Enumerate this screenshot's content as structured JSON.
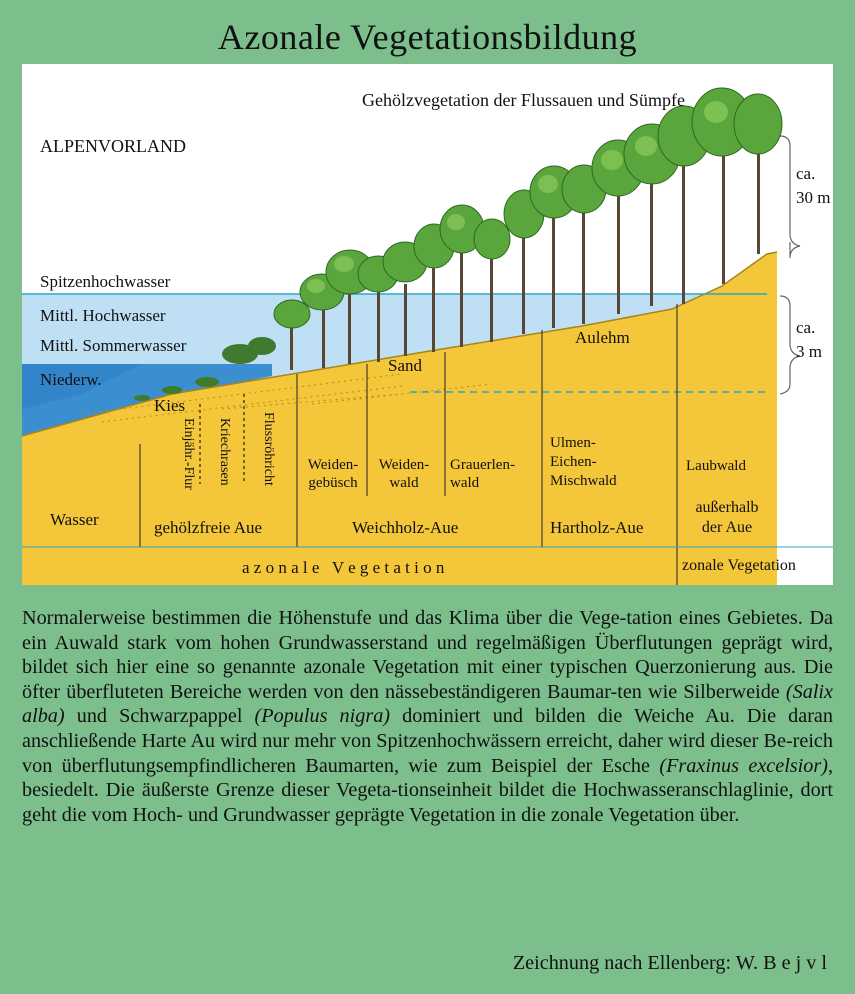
{
  "title": "Azonale Vegetationsbildung",
  "diagram": {
    "header": "Gehölzvegetation der Flussauen und Sümpfe",
    "region": "ALPENVORLAND",
    "water_levels": {
      "spitzen": "Spitzenhochwasser",
      "hoch": "Mittl. Hochwasser",
      "sommer": "Mittl. Sommerwasser",
      "nieder": "Niederw."
    },
    "heights": {
      "trees_a": "ca.",
      "trees_b": "30 m",
      "water_a": "ca.",
      "water_b": "3 m"
    },
    "soils": {
      "kies": "Kies",
      "sand": "Sand",
      "aulehm": "Aulehm"
    },
    "communities": {
      "einjaehr": "Einjähr.-Flur",
      "kriech": "Kriechrasen",
      "fluss": "Flussröhricht",
      "weidengebuesch_a": "Weiden-",
      "weidengebuesch_b": "gebüsch",
      "weidenwald_a": "Weiden-",
      "weidenwald_b": "wald",
      "grauerlen_a": "Grauerlen-",
      "grauerlen_b": "wald",
      "ulmen_a": "Ulmen-",
      "ulmen_b": "Eichen-",
      "ulmen_c": "Mischwald",
      "laubwald": "Laubwald",
      "ausserhalb_a": "außerhalb",
      "ausserhalb_b": "der Aue"
    },
    "zones": {
      "wasser": "Wasser",
      "gehoelzfrei": "gehölzfreie Aue",
      "weichholz": "Weichholz-Aue",
      "hartholz": "Hartholz-Aue"
    },
    "bottom": {
      "azonal": "a z o n a l e   V e g e t a t i o n",
      "zonal": "zonale Vegetation"
    },
    "colors": {
      "soil": "#f4c63a",
      "water_dark": "#3b8fd0",
      "water_light": "#bfe0f4",
      "tree": "#5aa53c"
    }
  },
  "caption": {
    "p1": "Normalerweise bestimmen die Höhenstufe und das Klima über die Vege-tation eines Gebietes. Da ein Auwald stark vom hohen Grundwasserstand und regelmäßigen Überflutungen geprägt wird, bildet sich hier eine so genannte azonale Vegetation mit einer typischen Querzonierung aus. Die öfter überfluteten Bereiche werden von den nässebeständigeren Baumar-ten wie Silberweide ",
    "salix": "(Salix alba)",
    "p2": " und Schwarzpappel ",
    "populus": "(Populus nigra)",
    "p3": " dominiert und bilden die Weiche Au. Die daran anschließende Harte Au wird nur mehr von Spitzenhochwässern erreicht, daher wird dieser Be-reich von überflutungsempfindlicheren Baumarten, wie zum Beispiel der Esche ",
    "fraxinus": "(Fraxinus excelsior)",
    "p4": ", besiedelt. Die äußerste Grenze dieser Vegeta-tionseinheit bildet die Hochwasseranschlaglinie, dort geht die vom Hoch- und Grundwasser geprägte Vegetation in die zonale Vegetation über."
  },
  "credit": "Zeichnung nach Ellenberg: W. B e j v l"
}
